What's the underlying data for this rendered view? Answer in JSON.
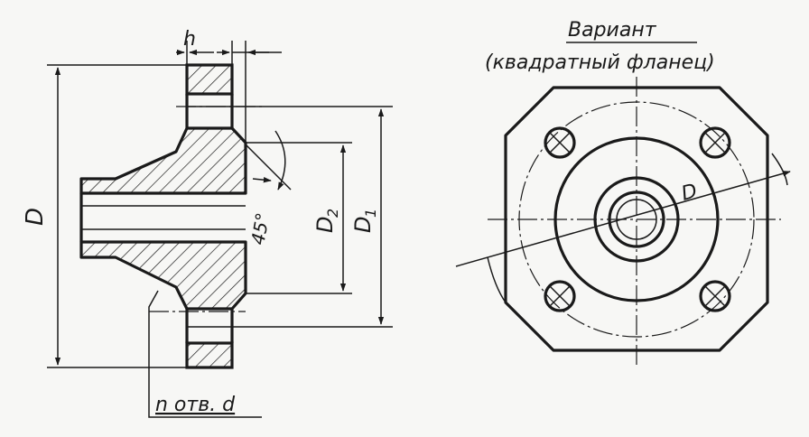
{
  "labels": {
    "h": "h",
    "D": "D",
    "D2": "D",
    "D2_sub": "2",
    "D1": "D",
    "D1_sub": "1",
    "angle": "45°",
    "holes": "n отв. d",
    "variant_title": "Вариант",
    "variant_subtitle": "(квадратный фланец)",
    "D_right": "D"
  },
  "colors": {
    "ink": "#1a1a1a",
    "paper": "#f7f7f5"
  }
}
